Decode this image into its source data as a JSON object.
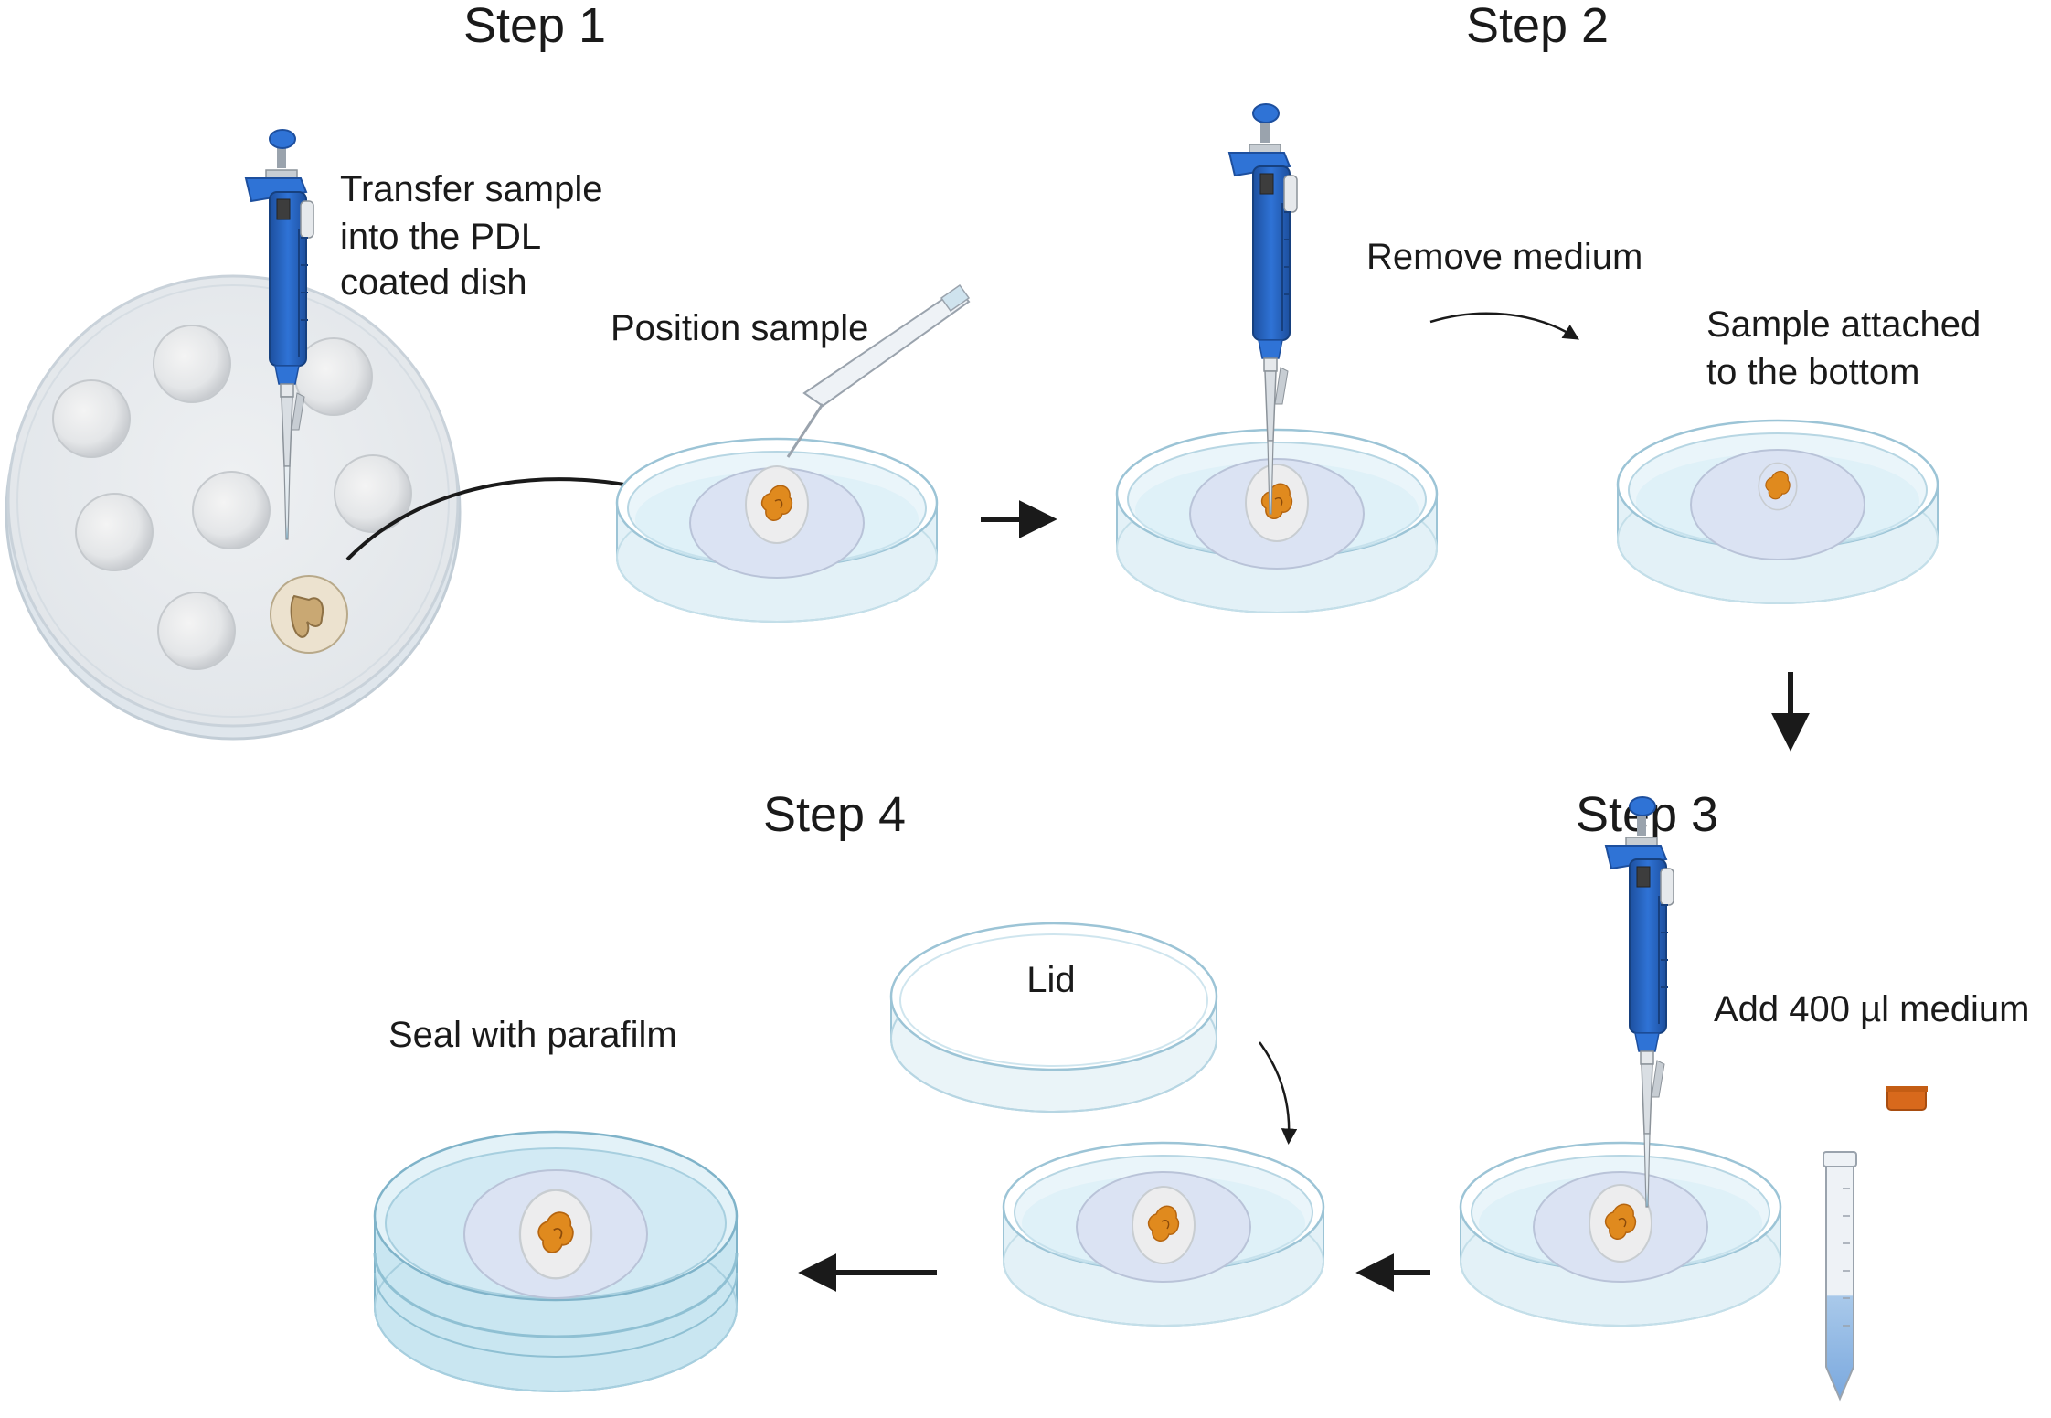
{
  "steps": {
    "step1": "Step 1",
    "step2": "Step 2",
    "step3": "Step 3",
    "step4": "Step 4"
  },
  "labels": {
    "transfer_line1": "Transfer sample",
    "transfer_line2": "into the PDL",
    "transfer_line3": "coated dish",
    "position_sample": "Position sample",
    "remove_medium": "Remove medium",
    "attached_line1": "Sample attached",
    "attached_line2": "to the bottom",
    "add_medium": "Add 400 µl medium",
    "lid": "Lid",
    "seal": "Seal with parafilm"
  },
  "colors": {
    "pipette_blue": "#2f73d6",
    "pipette_dark": "#1d4f9e",
    "dish_water": "#d9eef6",
    "dish_rim": "#9cc4d6",
    "sample_orange": "#e08a1e",
    "arrow": "#1a1a1a",
    "tube_cap": "#d8691c"
  },
  "icons": [
    "pipette-icon",
    "petri-dish-icon",
    "transfer-pipette-icon",
    "falcon-tube-icon",
    "lid-icon"
  ]
}
